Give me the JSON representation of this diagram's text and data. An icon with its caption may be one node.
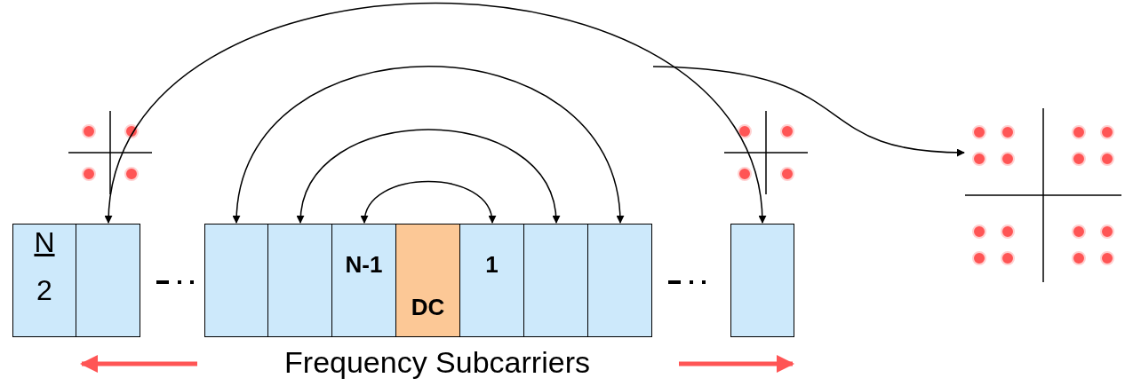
{
  "diagram": {
    "nodes": [
      {
        "text": [
          "N",
          "2"
        ]
      },
      {
        "text": [],
        "shape": "box"
      },
      {
        "text": [],
        "shape": "box"
      },
      {
        "text": [],
        "shape": "box"
      },
      {
        "text": [
          "N-1"
        ]
      },
      {
        "text": [
          "DC"
        ]
      },
      {
        "text": [
          "1"
        ]
      },
      {
        "text": [],
        "shape": "box"
      },
      {
        "text": [],
        "shape": "box"
      },
      {
        "text": [],
        "shape": "box"
      },
      {
        "text": [],
        "shape": "picture"
      }
    ],
    "edges": [
      {
        "from": 4,
        "to": 6,
        "arrow": "both"
      },
      {
        "from": 3,
        "to": 7,
        "arrow": "both"
      },
      {
        "from": 2,
        "to": 8,
        "arrow": "both"
      },
      {
        "from": 1,
        "to": 9,
        "arrow": "both"
      },
      {
        "from": null,
        "to": 10,
        "arrow": "to"
      }
    ],
    "labels": [
      "Frequency Subcarriers"
    ]
  }
}
